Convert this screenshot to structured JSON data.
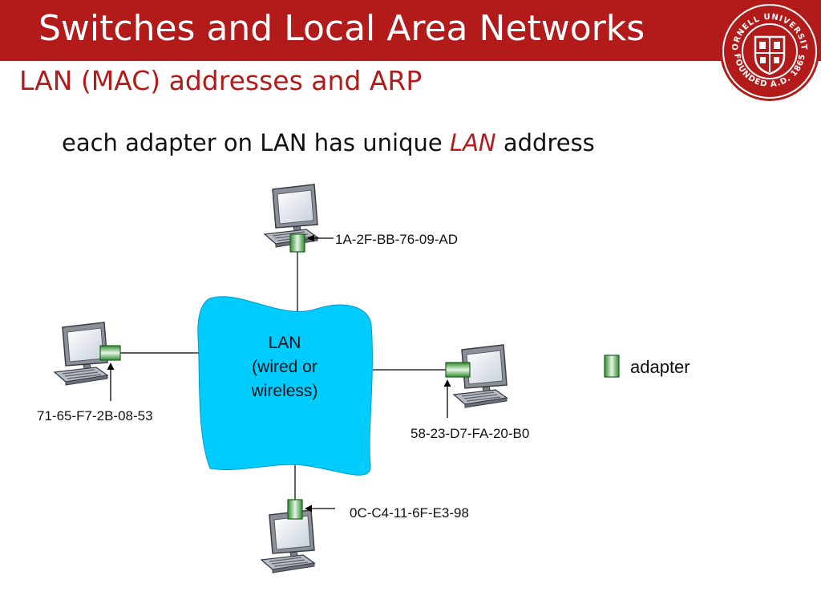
{
  "slide": {
    "title": "Switches and Local Area Networks",
    "subtitle": "LAN (MAC) addresses and ARP",
    "headline": {
      "before": "each adapter on LAN has unique ",
      "emphasis": "LAN",
      "after": " address"
    }
  },
  "logo": {
    "name": "seal-icon",
    "text_top": "CORNELL UNIVERSITY",
    "text_bottom": "FOUNDED A.D. 1865"
  },
  "diagram": {
    "lan_label": [
      "LAN",
      "(wired or",
      "wireless)"
    ],
    "hosts": [
      {
        "name": "host-top",
        "mac": "1A-2F-BB-76-09-AD"
      },
      {
        "name": "host-left",
        "mac": "71-65-F7-2B-08-53"
      },
      {
        "name": "host-right",
        "mac": "58-23-D7-FA-20-B0"
      },
      {
        "name": "host-bottom",
        "mac": "0C-C4-11-6F-E3-98"
      }
    ],
    "legend": {
      "label": "adapter"
    }
  },
  "colors": {
    "brand_red": "#b31b1b",
    "lan_cloud": "#00ccff",
    "adapter_green": "#3a9a3a",
    "text": "#111111"
  }
}
